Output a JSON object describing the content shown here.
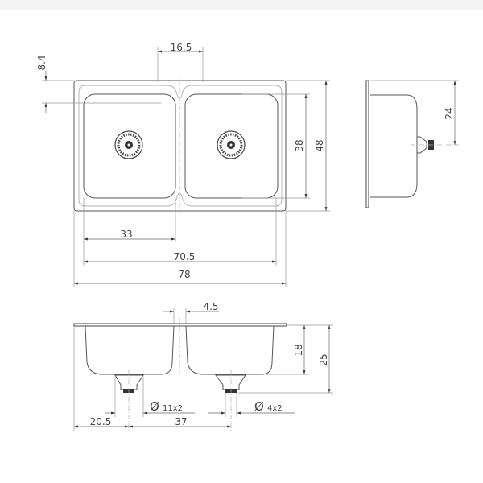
{
  "top_view": {
    "dims": {
      "drainboard_gap": "16.5",
      "rim_offset": "8.4",
      "bowl_depth_inner": "38",
      "overall_depth": "48",
      "bowl_width": "33",
      "inner_width": "70.5",
      "overall_width": "78"
    }
  },
  "side_view": {
    "dims": {
      "drain_offset": "24"
    }
  },
  "front_view": {
    "dims": {
      "bowl_gap": "4.5",
      "bowl_height": "18",
      "overall_height": "25",
      "edge_to_drain": "20.5",
      "drain_spacing": "37"
    },
    "drain_outlet": {
      "symbol": "Ø",
      "label": "11x2"
    },
    "overflow_outlet": {
      "symbol": "Ø",
      "label": "4x2"
    }
  }
}
